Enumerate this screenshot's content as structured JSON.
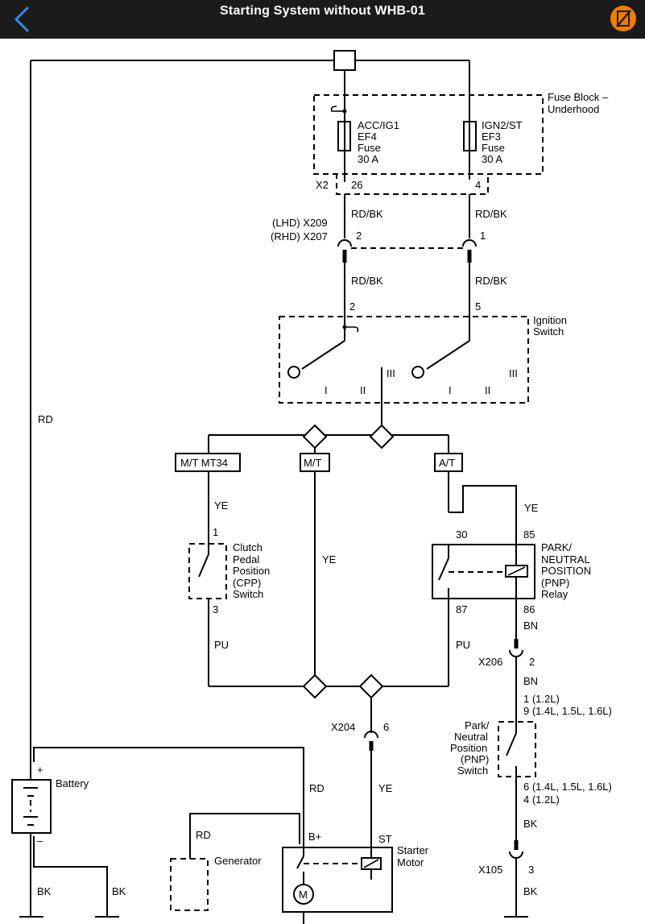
{
  "header": {
    "title": "Starting System without WHB-01",
    "back_icon": "chevron-left-icon",
    "action_icon": "edit-note-icon",
    "accent_color": "#f07d00"
  },
  "diagram": {
    "fuse_block": {
      "label_1": "Fuse Block –",
      "label_2": "Underhood",
      "connector": "X2"
    },
    "fuse_ef4": {
      "l1": "ACC/IG1",
      "l2": "EF4",
      "l3": "Fuse",
      "l4": "30 A",
      "pin": "26"
    },
    "fuse_ef3": {
      "l1": "IGN2/ST",
      "l2": "EF3",
      "l3": "Fuse",
      "l4": "30 A",
      "pin": "4"
    },
    "wires": {
      "rd_bk": "RD/BK",
      "rd": "RD",
      "ye": "YE",
      "pu": "PU",
      "bn": "BN",
      "bk": "BK"
    },
    "connector_x209": {
      "lhd": "(LHD) X209",
      "rhd": "(RHD) X207",
      "pin_left": "2",
      "pin_right": "1"
    },
    "ignition_switch": {
      "label_1": "Ignition",
      "label_2": "Switch",
      "pin_left": "2",
      "pin_right": "5",
      "pos_i": "I",
      "pos_ii": "II",
      "pos_iii": "III"
    },
    "options": {
      "mt_mt34": "M/T MT34",
      "mt": "M/T",
      "at": "A/T"
    },
    "cpp_switch": {
      "l1": "Clutch",
      "l2": "Pedal",
      "l3": "Position",
      "l4": "(CPP)",
      "l5": "Switch",
      "pin_top": "1",
      "pin_bottom": "3"
    },
    "pnp_relay": {
      "l1": "PARK/",
      "l2": "NEUTRAL",
      "l3": "POSITION",
      "l4": "(PNP)",
      "l5": "Relay",
      "pin_30": "30",
      "pin_85": "85",
      "pin_87": "87",
      "pin_86": "86"
    },
    "x206": {
      "label": "X206",
      "pin": "2"
    },
    "pnp_switch": {
      "l1": "Park/",
      "l2": "Neutral",
      "l3": "Position",
      "l4": "(PNP)",
      "l5": "Switch",
      "pin_top_1": "1 (1.2L)",
      "pin_top_2": "9 (1.4L, 1.5L, 1.6L)",
      "pin_bot_1": "6 (1.4L, 1.5L, 1.6L)",
      "pin_bot_2": "4 (1.2L)"
    },
    "x204": {
      "label": "X204",
      "pin": "6"
    },
    "battery": {
      "label": "Battery",
      "plus": "+",
      "minus": "–"
    },
    "generator": {
      "label": "Generator"
    },
    "starter": {
      "l1": "Starter",
      "l2": "Motor",
      "b_plus": "B+",
      "st": "ST",
      "motor_symbol": "M"
    },
    "x105": {
      "label": "X105",
      "pin": "3"
    }
  }
}
